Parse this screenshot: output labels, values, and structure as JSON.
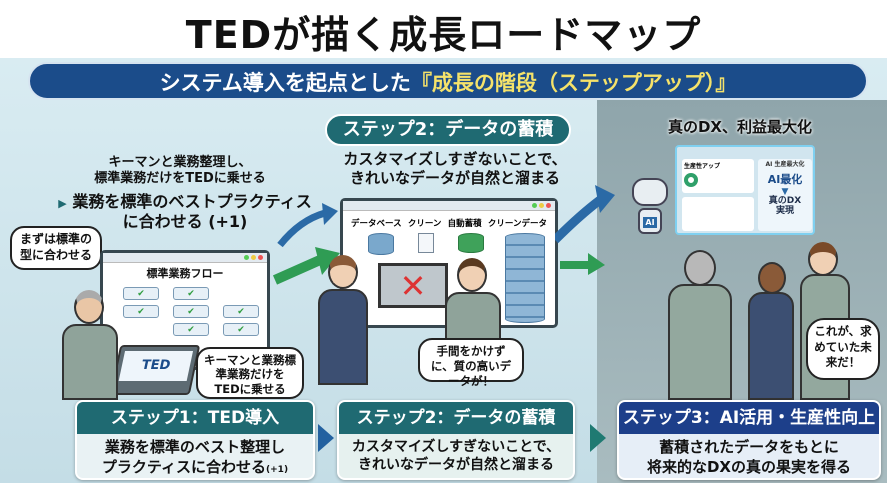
{
  "title": "TEDが描く成長ロードマップ",
  "banner": {
    "prefix": "システム導入を起点とした",
    "highlight": "『成長の階段（ステップアップ）』"
  },
  "left_scene": {
    "note_line1": "キーマンと業務整理し、",
    "note_line2": "標準業務だけをTEDに乗せる",
    "main_line1": "業務を標準のベストプラクティス",
    "main_line2": "に合わせる (+1)",
    "bubble_keyman": "まずは標準の型に合わせる",
    "flow_title": "標準業務フロー",
    "kiosk_label": "TED",
    "bubble_bottom": "キーマンと業務標準業務だけをTEDに乗せる"
  },
  "middle_scene": {
    "step_label": "ステップ2：データの蓄積",
    "desc_line1": "カスタマイズしすぎないことで、",
    "desc_line2": "きれいなデータが自然と溜まる",
    "pipeline": [
      "データベース",
      "クリーン",
      "自動蓄積",
      "クリーンデータ"
    ],
    "bubble": "手間をかけずに、質の高いデータが！"
  },
  "right_scene": {
    "heading": "真のDX、利益最大化",
    "dash_panel1": "生産性アップ",
    "dash_side_title": "AI 生産最大化",
    "dash_ai": "AI最化",
    "dash_result": "真のDX実現",
    "robot_label": "AI",
    "bubble": "これが、求めていた未来だ！"
  },
  "steps": [
    {
      "title": "ステップ1：TED導入",
      "line1": "業務を標準のベスト整理し",
      "line2": "プラクティスに合わせる",
      "suffix": "(+1)",
      "color": "#1f6a72"
    },
    {
      "title": "ステップ2：データの蓄積",
      "line1": "カスタマイズしすぎないことで、",
      "line2": "きれいなデータが自然と溜まる",
      "suffix": "",
      "color": "#1f6a72"
    },
    {
      "title": "ステップ3：AI活用・生産性向上",
      "line1": "蓄積されたデータをもとに",
      "line2": "将来的なDXの真の果実を得る",
      "suffix": "",
      "color": "#1d3f8a"
    }
  ],
  "colors": {
    "banner": "#1b4c8a",
    "teal": "#1f6a72",
    "step3": "#1d3f8a",
    "highlight": "#f5e26a"
  }
}
